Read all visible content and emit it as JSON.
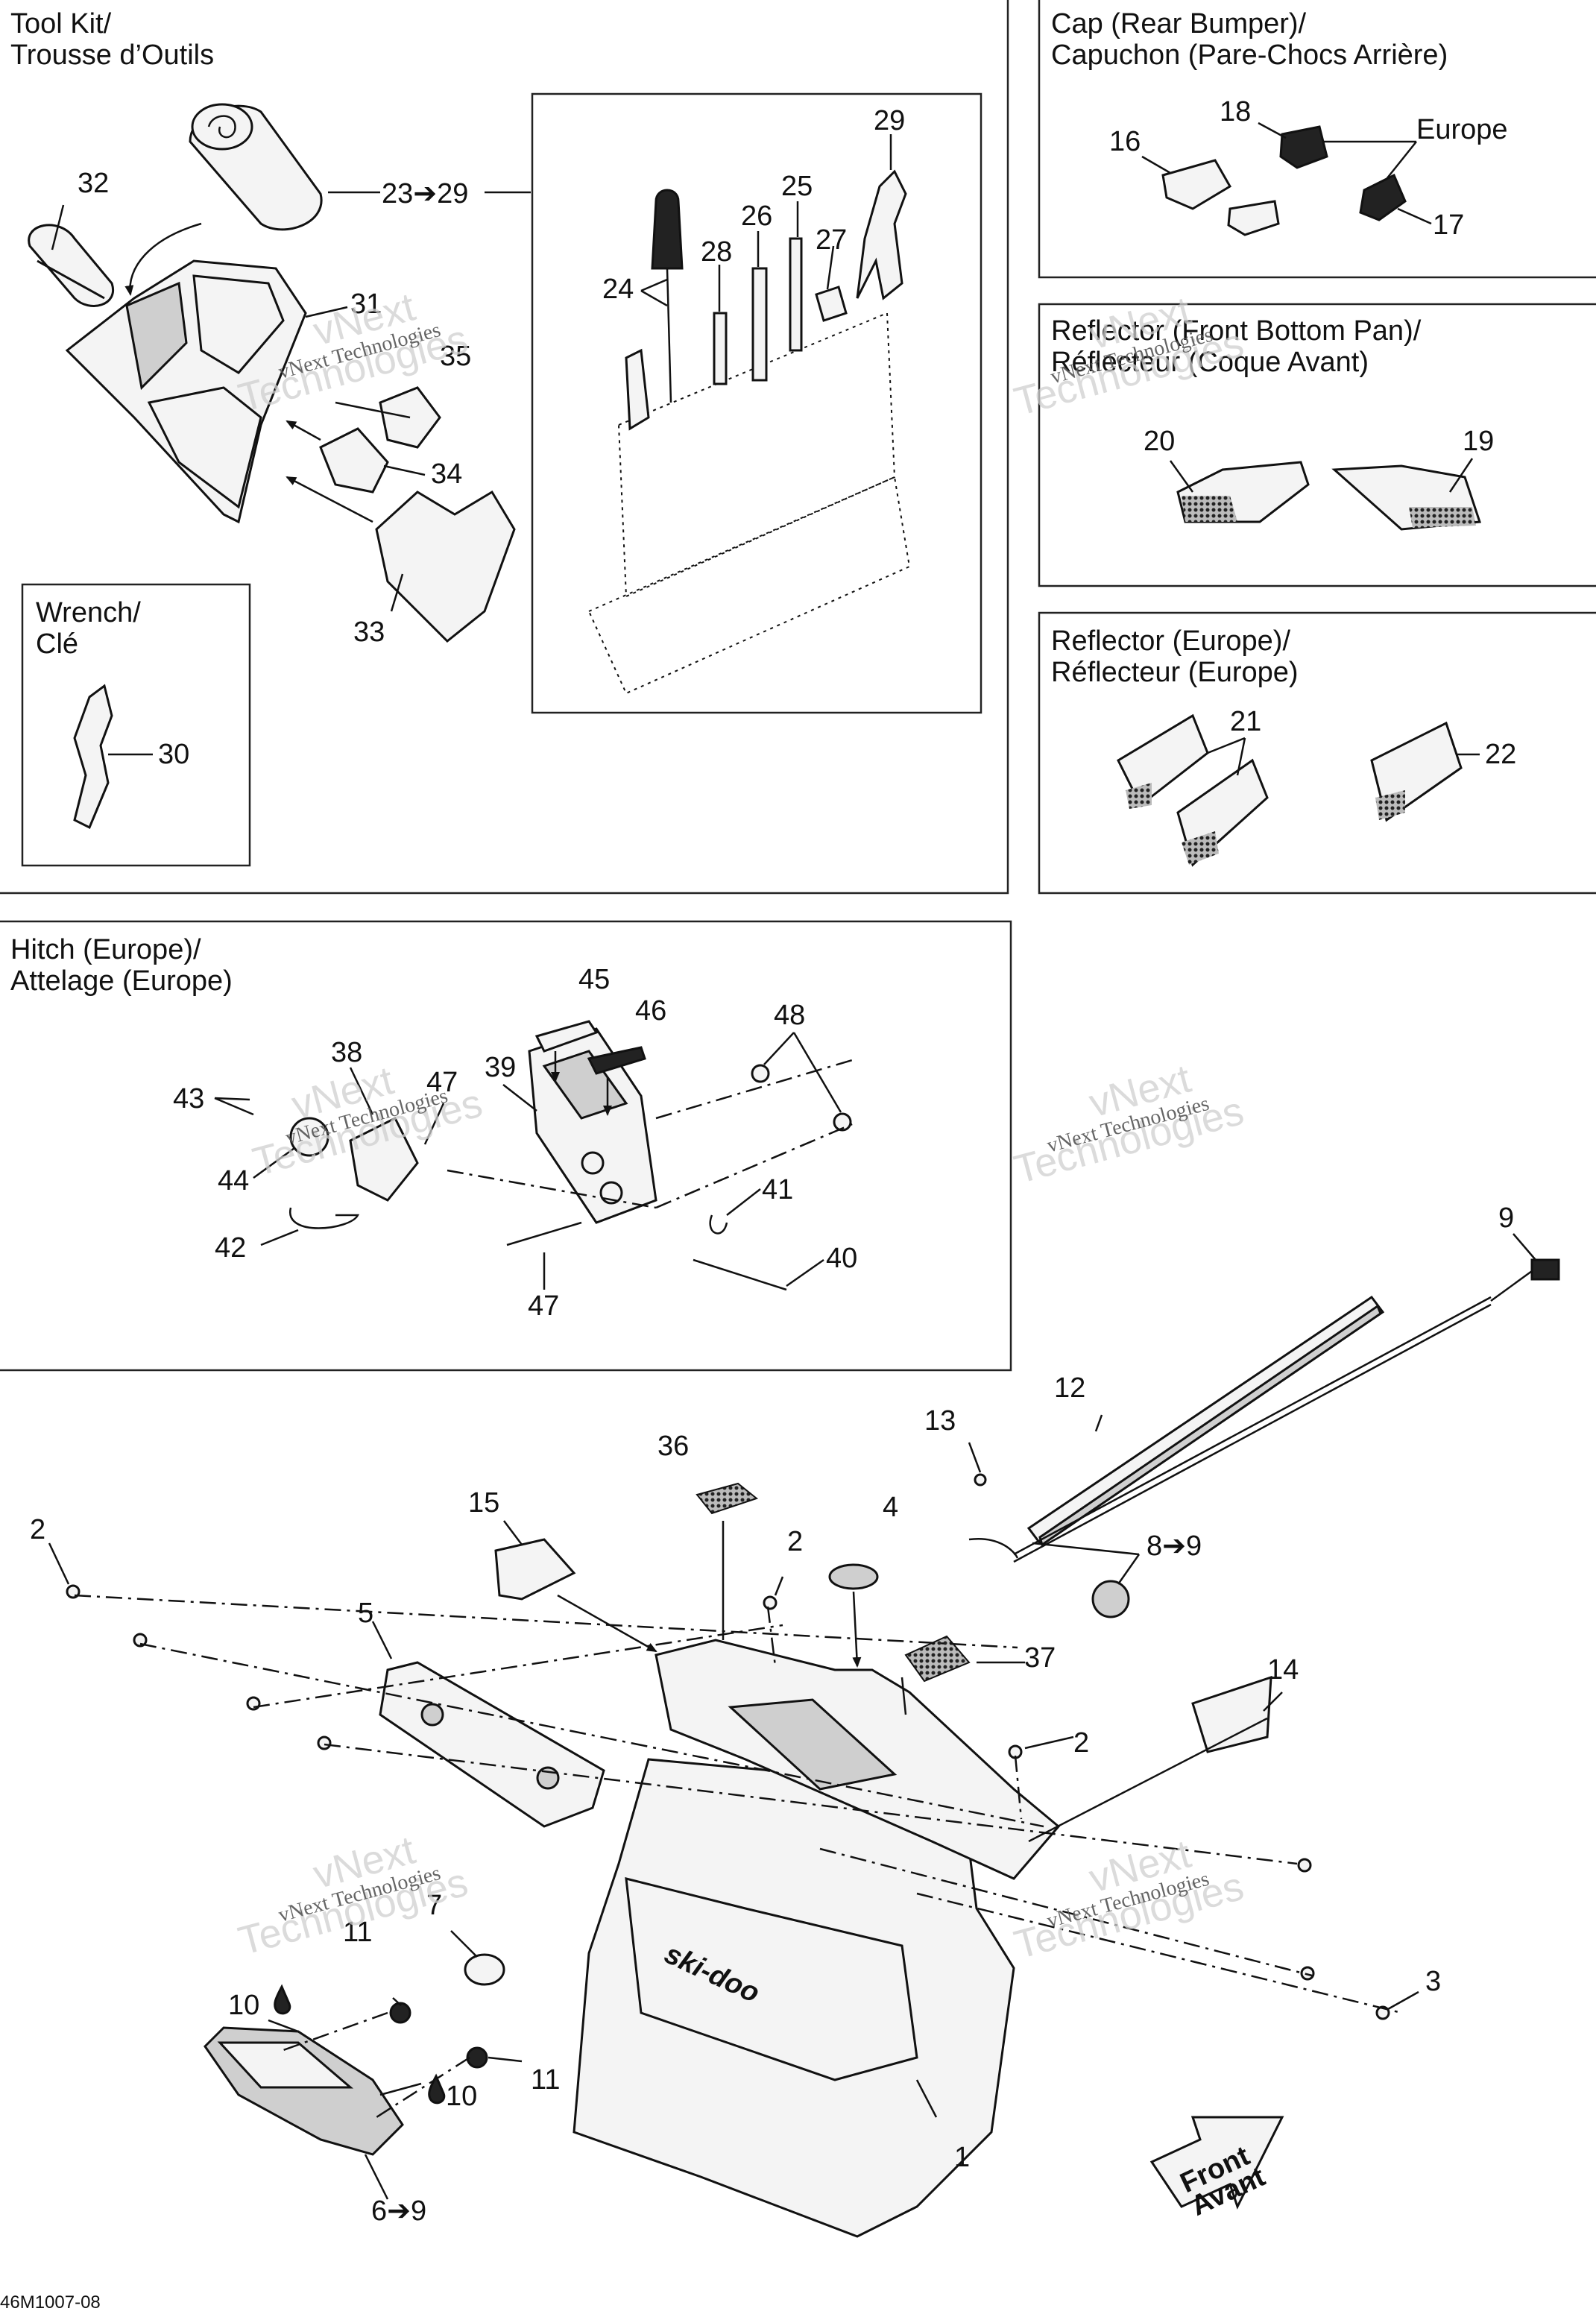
{
  "panels": {
    "tool_kit": "Tool Kit/\nTrousse d’Outils",
    "wrench": "Wrench/\nClé",
    "cap": "Cap (Rear Bumper)/\nCapuchon (Pare-Chocs Arrière)",
    "reflector_front": "Reflector (Front Bottom Pan)/\nRéflecteur (Coque Avant)",
    "reflector_europe": "Reflector (Europe)/\nRéflecteur (Europe)",
    "hitch": "Hitch (Europe)/\nAttelage (Europe)"
  },
  "labels": {
    "europe": "Europe",
    "front_avant": "Front\nAvant",
    "brand": "ski-doo",
    "diagram_code": "46M1007-08"
  },
  "watermark": {
    "line1": "vNext",
    "line2": "Technologies",
    "small": "vNext Technologies"
  },
  "callouts": {
    "c1": "1",
    "c2": "2",
    "c3": "3",
    "c4": "4",
    "c5": "5",
    "c6_9": "6➔9",
    "c7": "7",
    "c8_9": "8➔9",
    "c9": "9",
    "c10a": "10",
    "c10b": "10",
    "c11a": "11",
    "c11b": "11",
    "c12": "12",
    "c13": "13",
    "c14": "14",
    "c15": "15",
    "c16": "16",
    "c17": "17",
    "c18": "18",
    "c19": "19",
    "c20": "20",
    "c21": "21",
    "c22": "22",
    "c23_29": "23➔29",
    "c24": "24",
    "c25": "25",
    "c26": "26",
    "c27": "27",
    "c28": "28",
    "c29": "29",
    "c30": "30",
    "c31": "31",
    "c32": "32",
    "c33": "33",
    "c34": "34",
    "c35": "35",
    "c36": "36",
    "c37": "37",
    "c38": "38",
    "c39": "39",
    "c40": "40",
    "c41": "41",
    "c42": "42",
    "c43": "43",
    "c44": "44",
    "c45": "45",
    "c46": "46",
    "c47a": "47",
    "c47b": "47",
    "c48": "48"
  }
}
